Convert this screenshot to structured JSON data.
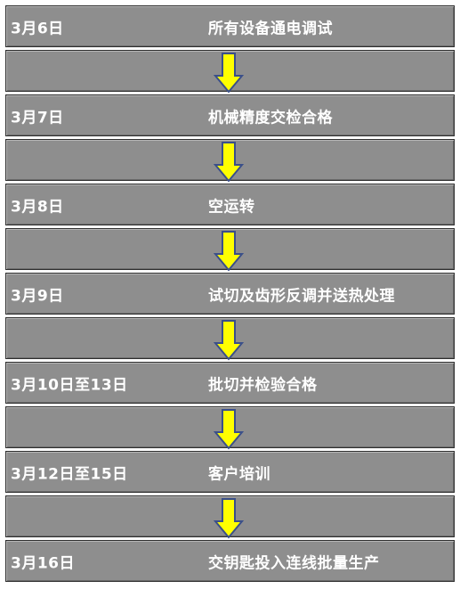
{
  "steps": [
    {
      "date": "3月6日",
      "task": "所有设备通电调试"
    },
    {
      "date": "3月7日",
      "task": "机械精度交检合格"
    },
    {
      "date": "3月8日",
      "task": "空运转"
    },
    {
      "date": "3月9日",
      "task": "试切及齿形反调并送热处理"
    },
    {
      "date": "3月10日至13日",
      "task": "批切并检验合格"
    },
    {
      "date": "3月12日至15日",
      "task": "客户培训"
    },
    {
      "date": "3月16日",
      "task": "交钥匙投入连线批量生产"
    }
  ],
  "colors": {
    "cell": "#8e8e8e",
    "text": "#ffffff",
    "arrow_fill": "#ffff00",
    "arrow_stroke": "#3a4f8a"
  },
  "icons": {
    "connector": "arrow-down-icon"
  }
}
